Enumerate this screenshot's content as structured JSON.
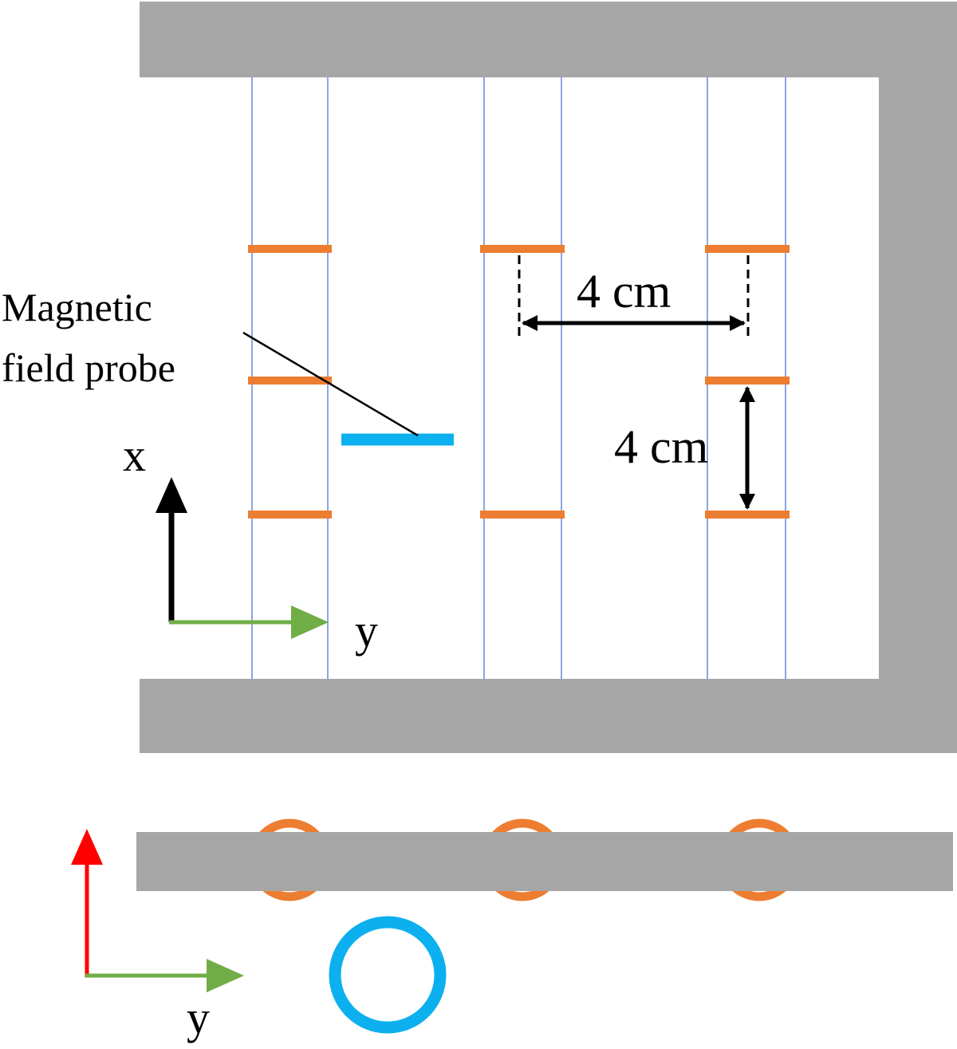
{
  "labels": {
    "probe_line1": "Magnetic",
    "probe_line2": "field probe",
    "horizontal_spacing": "4 cm",
    "vertical_spacing": "4 cm",
    "axis_top_x": "x",
    "axis_top_y": "y",
    "axis_bottom_y": "y"
  },
  "colors": {
    "core": "#a6a6a6",
    "wire": "#6f8fdc",
    "coil": "#ed7d31",
    "probe": "#0cb0ee",
    "axis_x": "#000000",
    "axis_y": "#70ad47",
    "axis_z": "#ff0000",
    "dimension": "#000000"
  }
}
